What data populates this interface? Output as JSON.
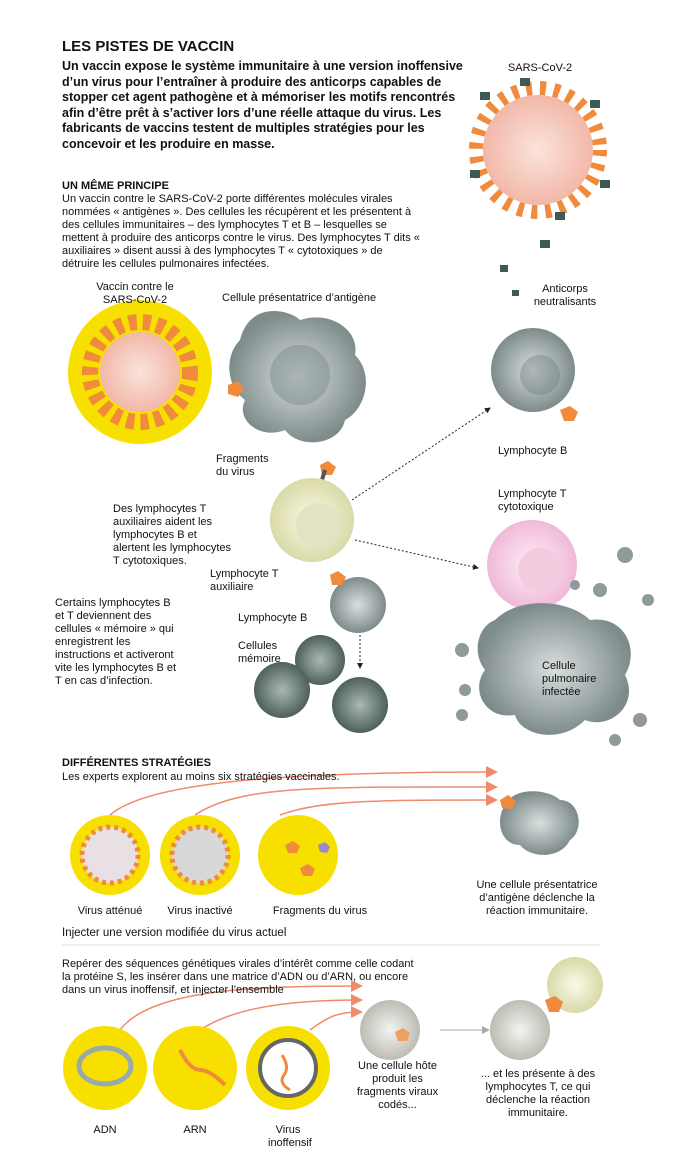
{
  "title": "LES PISTES DE VACCIN",
  "intro": "Un vaccin expose le système immunitaire à une version inoffensive d’un virus pour l’entraîner à produire des anticorps capables de stopper cet agent pathogène et à mémoriser les motifs rencontrés afin d’être prêt à s’activer lors d’une réelle attaque du virus. Les fabricants de vaccins testent de multiples stratégies pour les concevoir et les produire en masse.",
  "principle": {
    "heading": "UN MÊME PRINCIPE",
    "body": "Un vaccin contre le SARS-CoV-2 porte différentes molécules virales nommées « antigènes ». Des cellules les récupèrent et les présentent à des cellules immunitaires – des lymphocytes T et B – lesquelles se mettent à produire des anticorps contre le virus. Des lymphocytes T dits « auxiliaires » disent aussi à des lymphocytes T « cytotoxiques » de détruire les cellules pulmonaires infectées."
  },
  "labels": {
    "sars": "SARS-CoV-2",
    "antibodies": "Anticorps neutralisants",
    "vaccine": "Vaccin contre le SARS-CoV-2",
    "apc": "Cellule présentatrice d’antigène",
    "fragments": "Fragments du virus",
    "lymph_b_top": "Lymphocyte B",
    "helper_note": "Des lymphocytes T auxiliaires aident les lymphocytes B et alertent les lymphocytes T cytotoxiques.",
    "t_helper": "Lymphocyte T auxiliaire",
    "t_cyto": "Lymphocyte T cytotoxique",
    "infected": "Cellule pulmonaire infectée",
    "memory_note": "Certains lymphocytes B et T deviennent des cellules « mémoire » qui enregistrent les instructions et activeront vite les lymphocytes B et T en cas d’infection.",
    "lymph_b": "Lymphocyte B",
    "memory": "Cellules mémoire"
  },
  "strategies": {
    "heading": "DIFFÉRENTES STRATÉGIES",
    "subtitle": "Les experts explorent au moins six stratégies vaccinales.",
    "virus_items": [
      "Virus atténué",
      "Virus inactivé",
      "Fragments du virus"
    ],
    "apc_caption": "Une cellule présentatrice d’antigène déclenche la réaction immunitaire.",
    "virus_caption": "Injecter une version modifiée du virus actuel",
    "genetic_text": "Repérer des séquences génétiques virales d’intérêt comme celle codant la protéine S, les insérer dans une matrice d’ADN ou d’ARN, ou encore dans un virus inoffensif, et injecter l’ensemble",
    "genetic_items": [
      "ADN",
      "ARN",
      "Virus inoffensif"
    ],
    "host_caption": "Une cellule hôte produit les fragments viraux codés...",
    "present_caption": "... et les présente à des lymphocytes T, ce qui déclenche la réaction immunitaire."
  },
  "colors": {
    "yellow": "#f7e000",
    "orange": "#f08a3c",
    "gray": "#8f9a9a",
    "arrow": "#f0a080"
  }
}
